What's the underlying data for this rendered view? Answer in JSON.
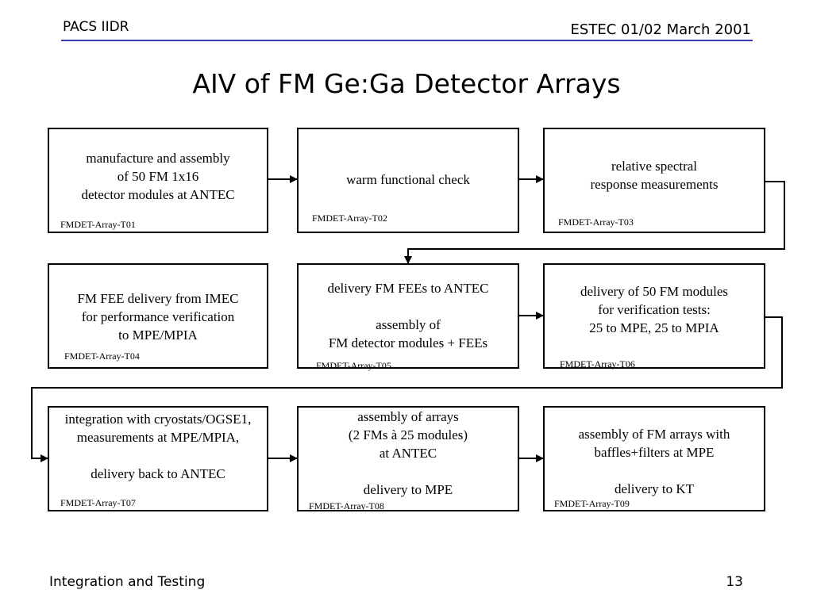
{
  "header": {
    "left": "PACS IIDR",
    "right": "ESTEC 01/02 March 2001"
  },
  "title": "AIV of FM Ge:Ga Detector Arrays",
  "steps": [
    {
      "text": "manufacture and assembly\nof 50 FM  1x16\ndetector modules at ANTEC",
      "code": "FMDET-Array-T01"
    },
    {
      "text": "warm functional check",
      "code": "FMDET-Array-T02"
    },
    {
      "text": "relative spectral\nresponse measurements",
      "code": "FMDET-Array-T03"
    },
    {
      "text": "FM FEE delivery from IMEC\nfor performance verification\nto MPE/MPIA",
      "code": "FMDET-Array-T04"
    },
    {
      "text": "delivery FM FEEs to ANTEC\n\nassembly of\nFM detector modules + FEEs",
      "code": "FMDET-Array-T05"
    },
    {
      "text": "delivery of 50 FM modules\nfor verification tests:\n25 to MPE, 25 to MPIA",
      "code": "FMDET-Array-T06"
    },
    {
      "text": "integration with cryostats/OGSE1,\nmeasurements at MPE/MPIA,\n\ndelivery back to ANTEC",
      "code": "FMDET-Array-T07"
    },
    {
      "text": "assembly of arrays\n(2 FMs à 25 modules)\nat ANTEC\n\ndelivery to MPE",
      "code": "FMDET-Array-T08"
    },
    {
      "text": "assembly of FM arrays with\nbaffles+filters at MPE\n\ndelivery to KT",
      "code": "FMDET-Array-T09"
    }
  ],
  "footer": {
    "left": "Integration and Testing",
    "page": "13"
  },
  "colors": {
    "header_rule": "#3a3ab8",
    "box_border": "#000000",
    "arrow": "#000000"
  }
}
